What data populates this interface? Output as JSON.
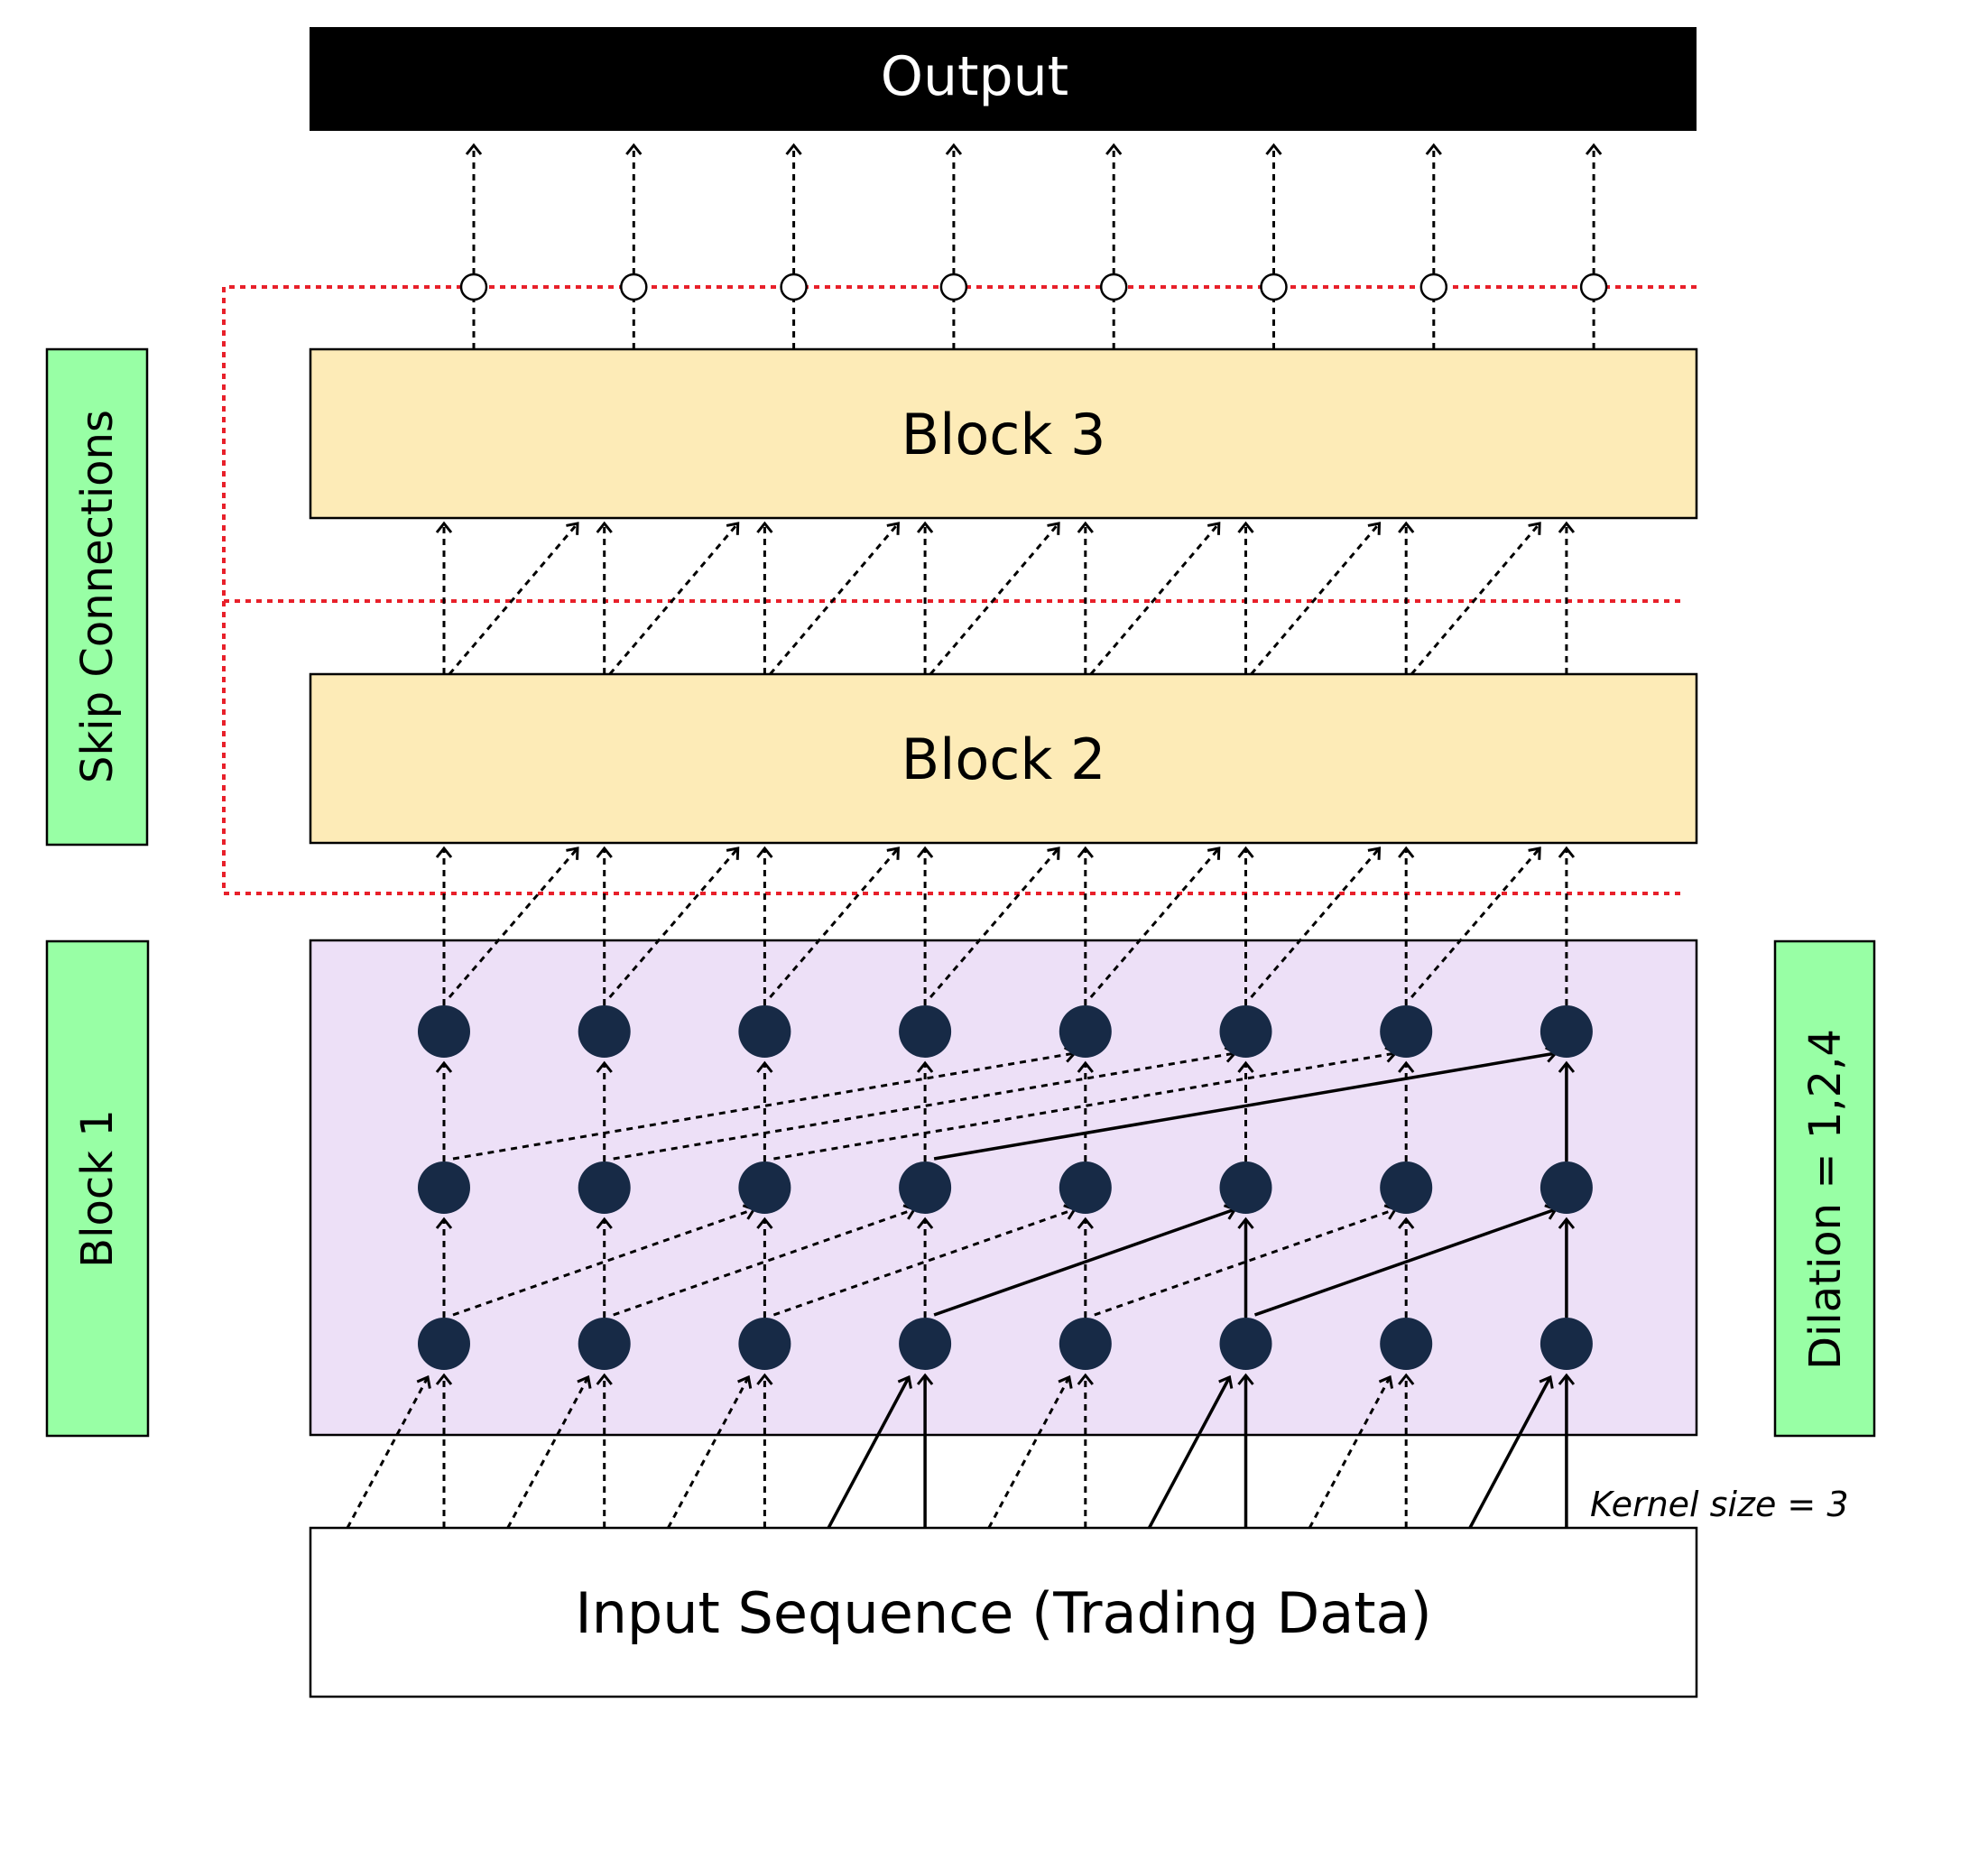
{
  "output": {
    "label": "Output"
  },
  "blocks": {
    "block3": {
      "label": "Block 3"
    },
    "block2": {
      "label": "Block 2"
    },
    "block1": {
      "label": "Block 1"
    }
  },
  "input": {
    "label": "Input Sequence (Trading Data)"
  },
  "side_labels": {
    "skip": "Skip Connections",
    "dilation": "Dilation = 1,2,4"
  },
  "kernel": {
    "label": "Kernel size = 3"
  },
  "colors": {
    "output_fill": "#000000",
    "block_fill": "#fdebb7",
    "block1_fill": "#ede0f7",
    "side_fill": "#98ffa5",
    "node_fill": "#172a46",
    "skip_line": "#e8202a",
    "edge": "#000000"
  },
  "network": {
    "columns": 8,
    "layers": 3,
    "dilations": [
      1,
      2,
      4
    ],
    "kernel_size": 3
  }
}
